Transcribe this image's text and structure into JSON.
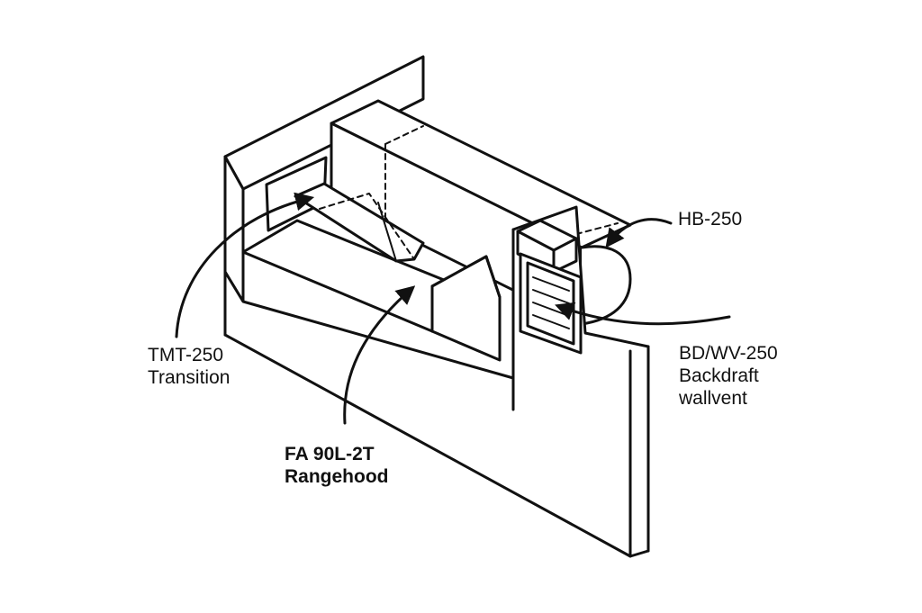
{
  "labels": {
    "hb": {
      "line1": "HB-250"
    },
    "bd": {
      "line1": "BD/WV-250",
      "line2": "Backdraft",
      "line3": "wallvent"
    },
    "tmt": {
      "line1": "TMT-250",
      "line2": "Transition"
    },
    "fa": {
      "line1": "FA 90L-2T",
      "line2": "Rangehood"
    }
  },
  "colors": {
    "ink": "#111111",
    "background": "#ffffff"
  }
}
